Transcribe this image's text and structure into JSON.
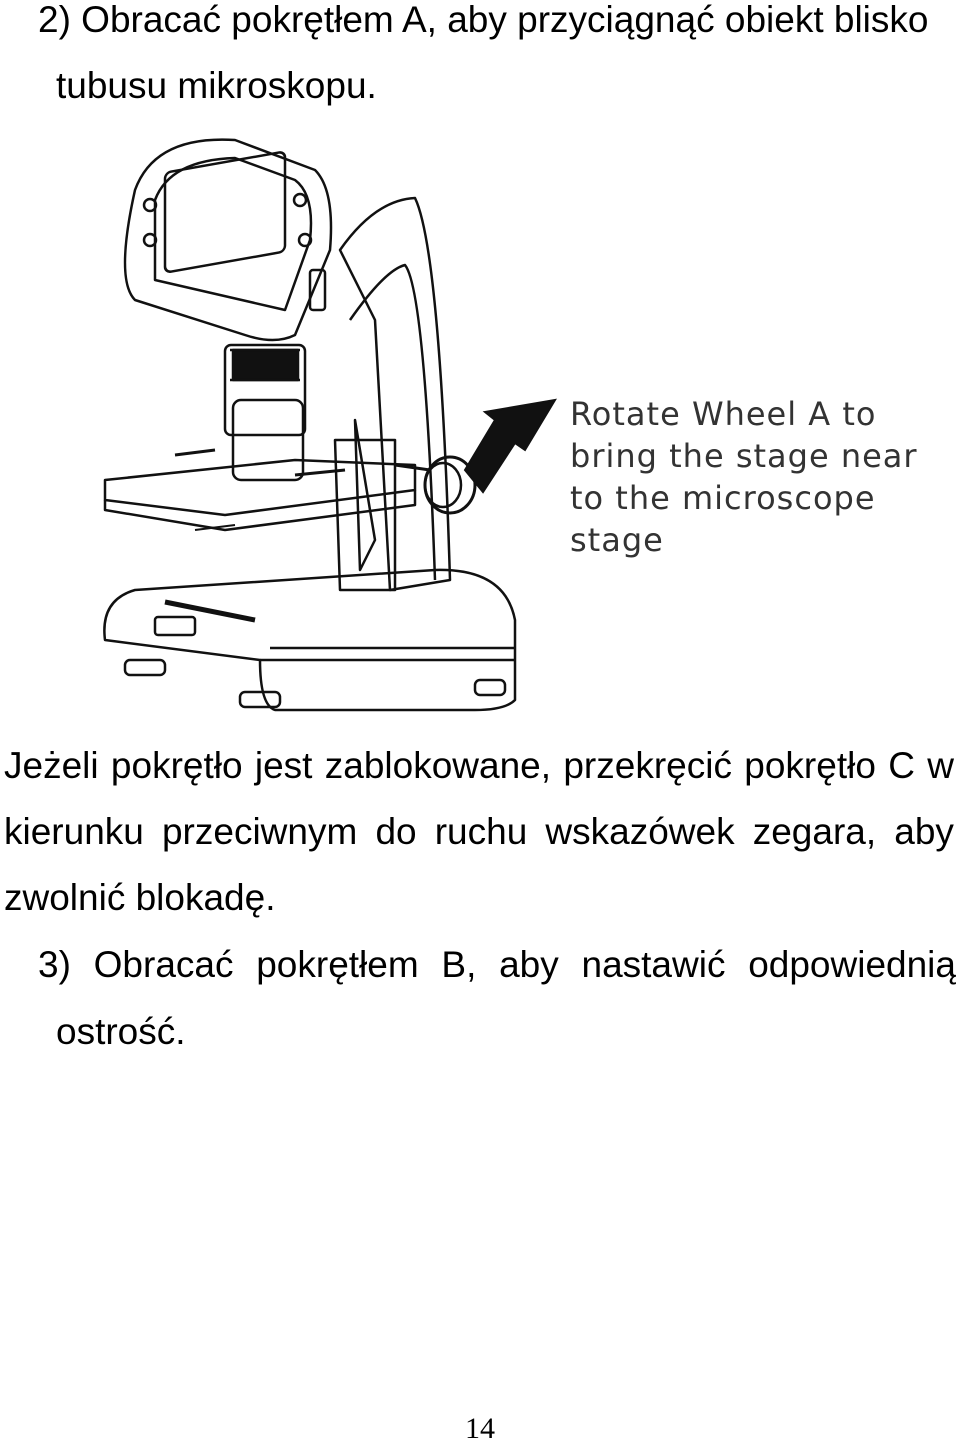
{
  "step2": {
    "line1": "2) Obracać pokrętłem A, aby przyciągnąć obiekt blisko",
    "line2": "tubusu mikroskopu."
  },
  "figure": {
    "callout": [
      "Rotate Wheel A to",
      "bring the stage near",
      "to the microscope",
      "stage"
    ]
  },
  "note": {
    "line1": [
      "Jeżeli",
      "pokrętło",
      "jest",
      "zablokowane,",
      "przekręcić",
      "pokrętło",
      "C",
      "w"
    ],
    "line2": [
      "kierunku",
      "przeciwnym",
      "do",
      "ruchu",
      "wskazówek",
      "zegara,",
      "aby"
    ],
    "line3": "zwolnić blokadę."
  },
  "step3": {
    "line1": [
      "3)",
      "Obracać",
      "pokrętłem",
      "B,",
      "aby",
      "nastawić",
      "odpowiednią"
    ],
    "line2": "ostrość."
  },
  "page_number": "14"
}
